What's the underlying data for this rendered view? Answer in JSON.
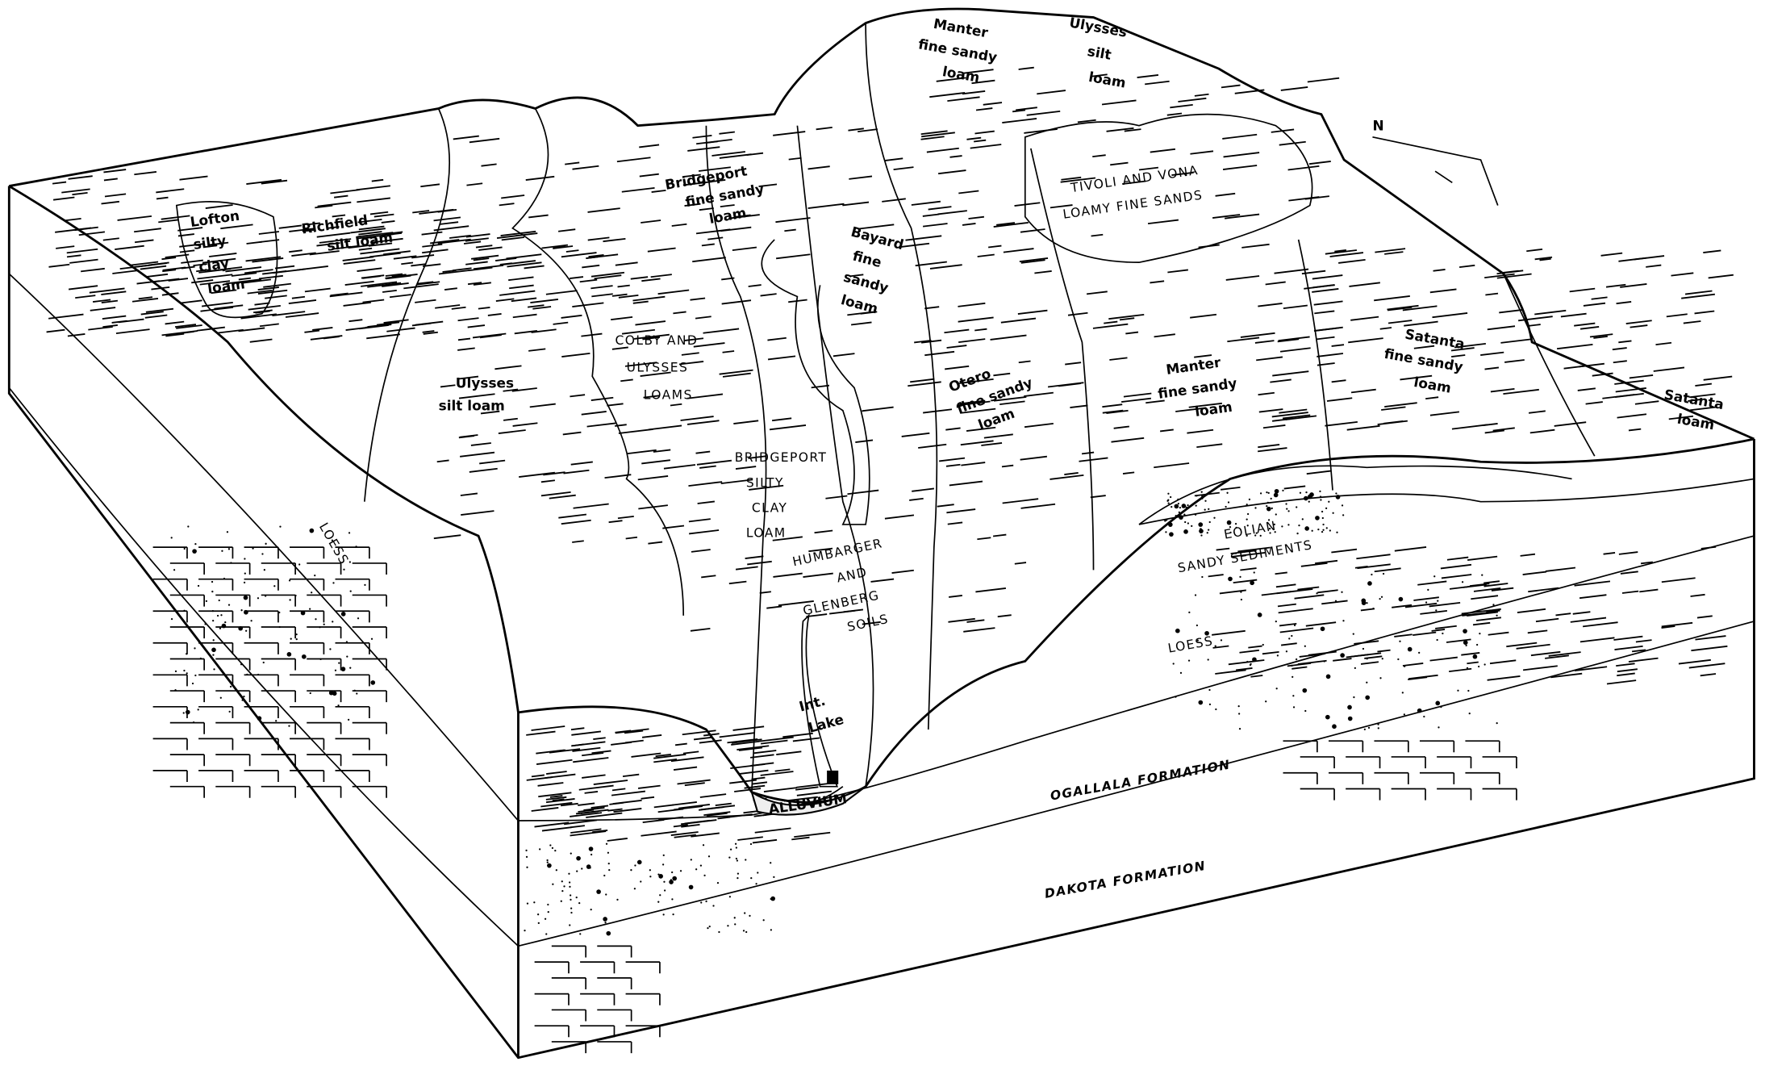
{
  "diagram": {
    "north_label": "N",
    "soil_labels": {
      "lofton": [
        "Lofton",
        "silty",
        "clay",
        "loam"
      ],
      "richfield": [
        "Richfield",
        "silt loam"
      ],
      "ulysses_left": [
        "Ulysses",
        "silt loam"
      ],
      "colby_ulysses": [
        "COLBY AND",
        "ULYSSES",
        "LOAMS"
      ],
      "bridgeport_fsl": [
        "Bridgeport",
        "fine sandy",
        "loam"
      ],
      "bayard": [
        "Bayard",
        "fine",
        "sandy",
        "loam"
      ],
      "manter_top": [
        "Manter",
        "fine sandy",
        "loam"
      ],
      "ulysses_top": [
        "Ulysses",
        "silt",
        "loam"
      ],
      "tivoli_vona": [
        "TIVOLI AND VONA",
        "LOAMY FINE SANDS"
      ],
      "otero": [
        "Otero",
        "fine sandy",
        "loam"
      ],
      "manter_right": [
        "Manter",
        "fine sandy",
        "loam"
      ],
      "satanta_fsl": [
        "Satanta",
        "fine sandy",
        "loam"
      ],
      "satanta_loam": [
        "Satanta",
        "loam"
      ],
      "bridgeport_scl": [
        "BRIDGEPORT",
        "SILTY",
        "CLAY",
        "LOAM"
      ],
      "humbarger": [
        "HUMBARGER",
        "AND",
        "GLENBERG",
        "SOILS"
      ],
      "lake": [
        "Int.",
        "Lake"
      ]
    },
    "strata_labels": {
      "alluvium": "ALLUVIUM",
      "loess_left": "LOESS",
      "loess_right": "LOESS",
      "eolian": [
        "EOLIAN",
        "SANDY SEDIMENTS"
      ],
      "ogallala": "OGALLALA FORMATION",
      "dakota": "DAKOTA FORMATION"
    }
  }
}
